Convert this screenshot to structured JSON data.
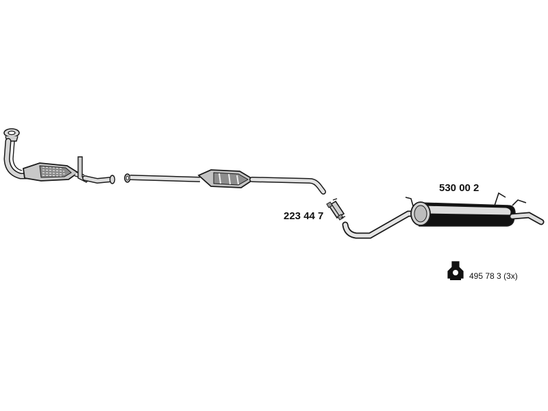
{
  "parts": {
    "rear_muffler": {
      "part_number": "530 00 2"
    },
    "clamp": {
      "part_number": "223 44 7"
    },
    "rubber_mount": {
      "part_number": "495 78 3",
      "quantity": "(3x)"
    }
  },
  "colors": {
    "line": "#1a1a1a",
    "metal_light": "#d9d9d9",
    "metal_mid": "#b3b3b3",
    "metal_dark": "#6e6e6e",
    "black": "#111111"
  }
}
